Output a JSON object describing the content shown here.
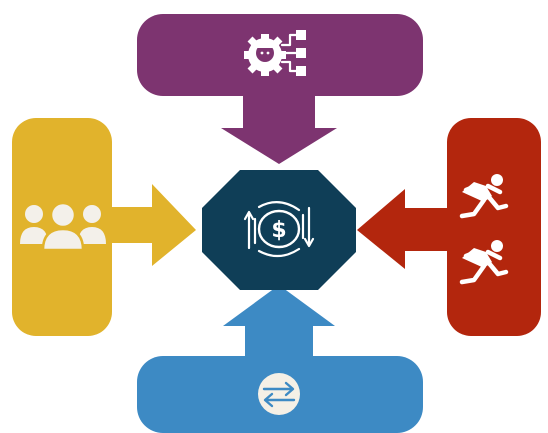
{
  "diagram": {
    "colors": {
      "top": "#7d3470",
      "left": "#e1b32c",
      "right": "#b3260d",
      "bottom": "#3d8ac4",
      "center": "#0f3e57",
      "icon_light": "#ffffff",
      "bottom_icon_circle": "#f5f0e6",
      "bottom_icon_stroke": "#3d8ac4"
    },
    "blocks": [
      {
        "position": "top",
        "icon": "factory-worker-supply-icon"
      },
      {
        "position": "left",
        "icon": "people-group-icon"
      },
      {
        "position": "right",
        "icon": "running-people-icon"
      },
      {
        "position": "bottom",
        "icon": "exchange-arrows-icon"
      }
    ],
    "center": {
      "icon": "money-flow-icon"
    }
  }
}
